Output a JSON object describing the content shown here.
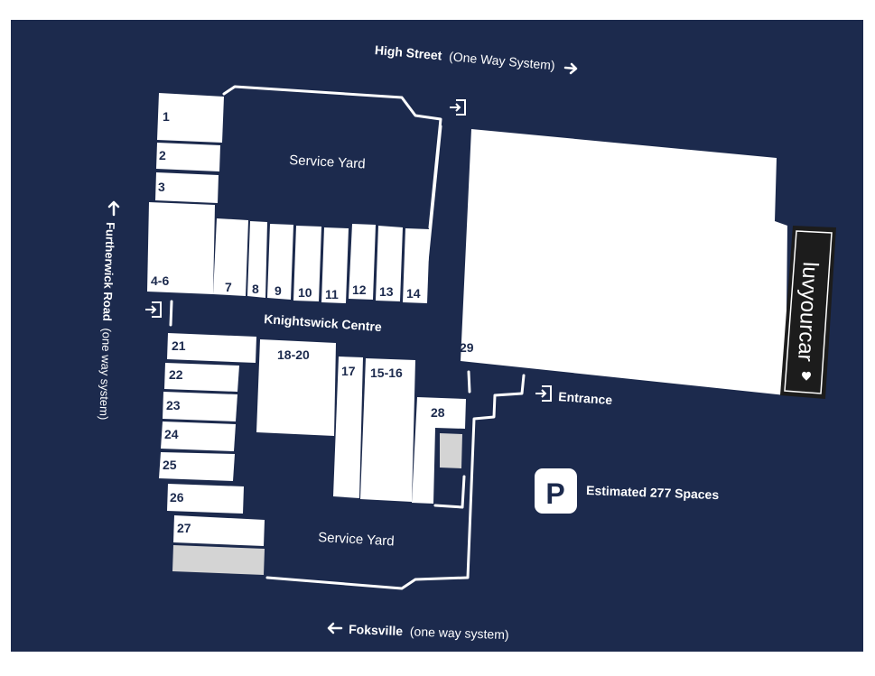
{
  "streets": {
    "north_name": "High Street",
    "north_note": "(One Way System)",
    "west_name": "Furtherwick Road",
    "west_note": "(one way system)",
    "south_name": "Foksville",
    "south_note": "(one way system)"
  },
  "areas": {
    "service_yard_north": "Service Yard",
    "service_yard_south": "Service Yard",
    "centre": "Knightswick Centre",
    "entrance": "Entrance",
    "parking_symbol": "P",
    "parking": "Estimated 277 Spaces",
    "brand": "luvyourcar"
  },
  "units": {
    "u1": "1",
    "u2": "2",
    "u3": "3",
    "u4_6": "4-6",
    "u7": "7",
    "u8": "8",
    "u9": "9",
    "u10": "10",
    "u11": "11",
    "u12": "12",
    "u13": "13",
    "u14": "14",
    "u21": "21",
    "u22": "22",
    "u23": "23",
    "u24": "24",
    "u25": "25",
    "u26": "26",
    "u27": "27",
    "u18_20": "18-20",
    "u17": "17",
    "u15_16": "15-16",
    "u28": "28",
    "u29": "29"
  },
  "colors": {
    "background": "#1c2a4d",
    "unit": "#ffffff",
    "vacant": "#d4d4d4"
  },
  "icons": [
    "entry-arrow-icon",
    "arrow-right-icon",
    "arrow-up-icon",
    "arrow-left-icon",
    "parking-icon",
    "heart-icon"
  ]
}
